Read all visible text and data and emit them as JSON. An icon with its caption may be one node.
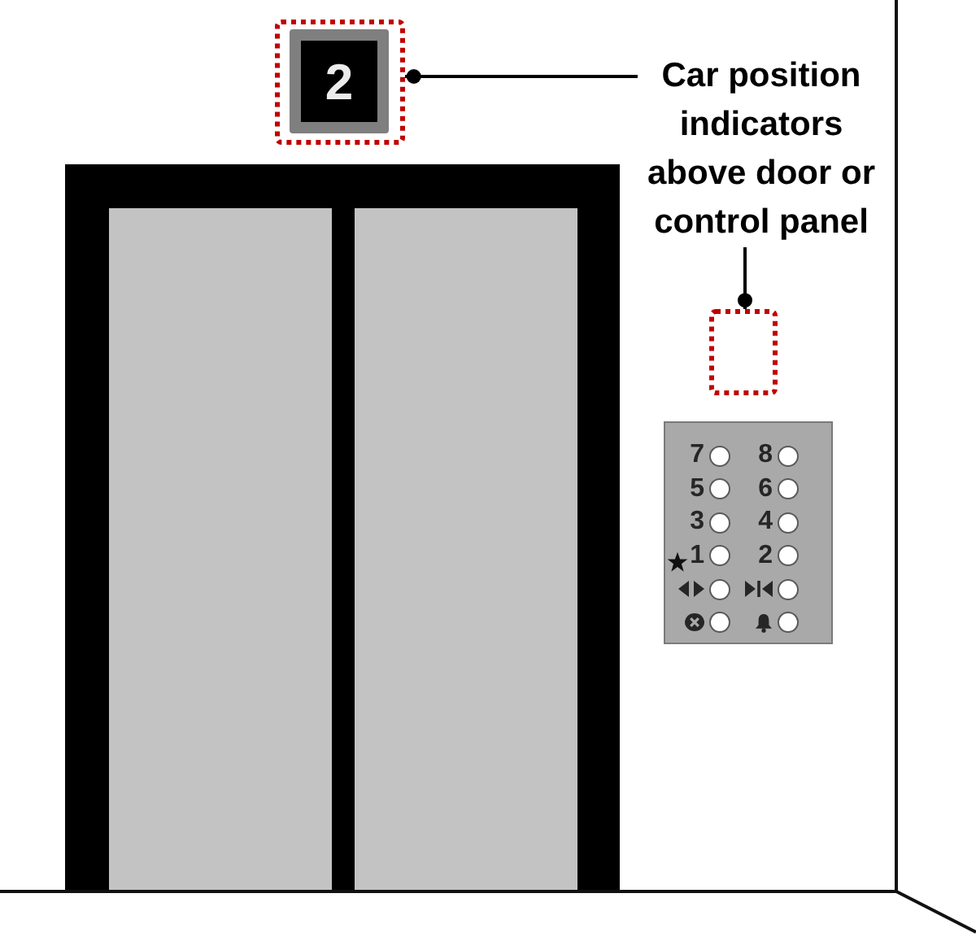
{
  "diagram": {
    "nodes": [
      {
        "text": [],
        "shape": "box"
      },
      {
        "text": [
          "2"
        ],
        "in": 0
      },
      {
        "text": [
          "Car position indicators above door or control panel"
        ]
      },
      {
        "text": [],
        "shape": "box"
      },
      {
        "text": [
          "7",
          "8",
          "5",
          "6",
          "3",
          "4",
          "1",
          "2"
        ]
      }
    ],
    "edges": [
      {
        "from": 2,
        "to": 0,
        "arrow": "other"
      },
      {
        "from": 2,
        "to": 3,
        "arrow": "other"
      }
    ]
  }
}
